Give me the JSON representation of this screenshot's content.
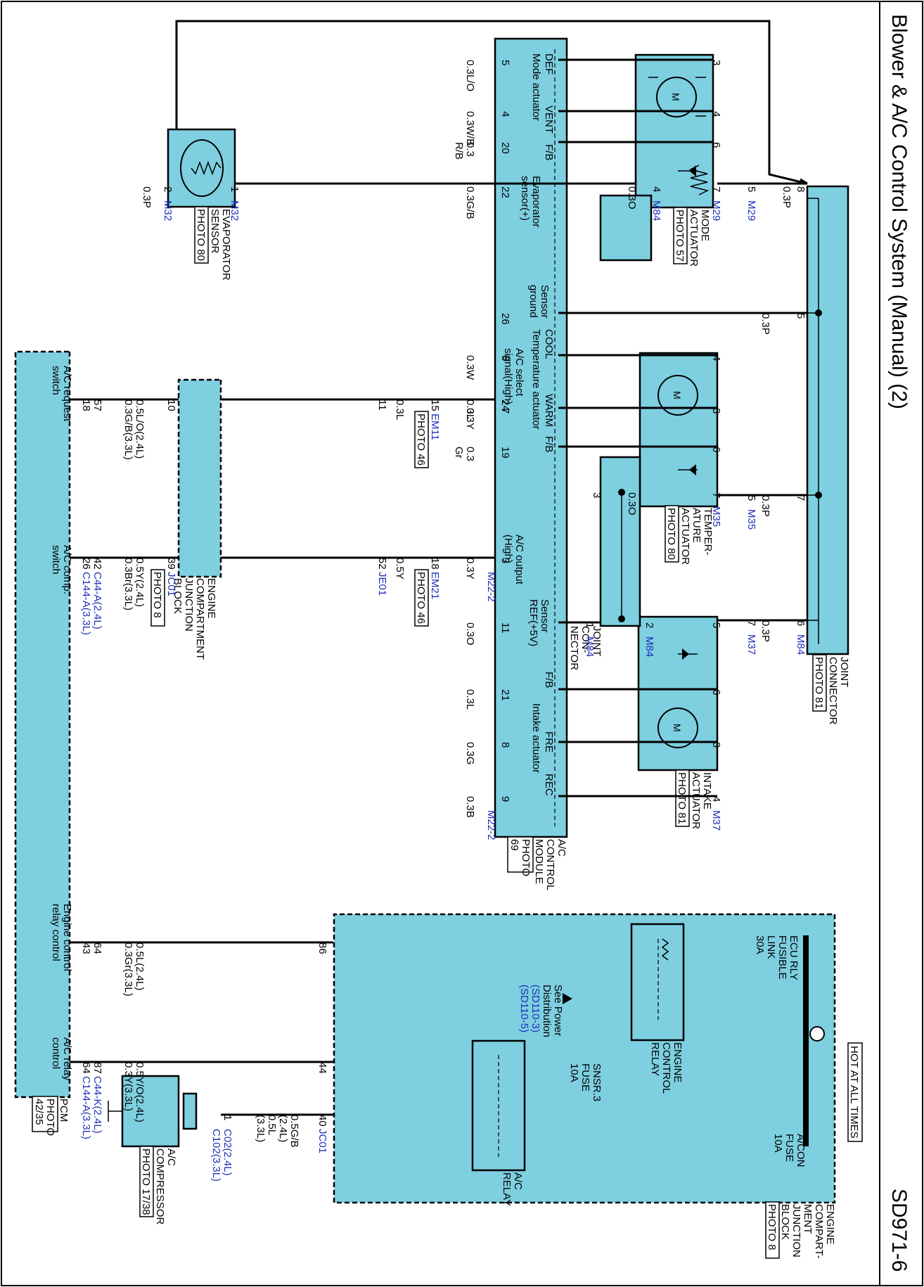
{
  "title": "Blower & A/C Control System (Manual) (2)",
  "page_code": "SD971-6",
  "hot_label": "HOT AT ALL TIMES",
  "components": {
    "mode_actuator": {
      "lines": [
        "MODE",
        "ACTUATOR"
      ],
      "photo": "PHOTO 57"
    },
    "temp_actuator": {
      "lines": [
        "TEMPER-",
        "ATURE",
        "ACTUATOR"
      ],
      "photo": "PHOTO 80"
    },
    "intake_actuator": {
      "lines": [
        "INTAKE",
        "ACTUATOR"
      ],
      "photo": "PHOTO 81"
    },
    "joint_connector": {
      "lines": [
        "JOINT",
        "CONNECTOR"
      ],
      "photo": "PHOTO 81"
    },
    "joint_connector_small": {
      "lines": [
        "JOINT",
        "CON-",
        "NECTOR"
      ]
    },
    "evap_sensor": {
      "lines": [
        "EVAPORATOR",
        "SENSOR"
      ],
      "photo": "PHOTO 80"
    },
    "ac_module": {
      "lines": [
        "A/C",
        "CONTROL",
        "MODULE"
      ],
      "photo": [
        "PHOTO",
        "69"
      ]
    },
    "ejb_small": {
      "lines": [
        "ENGINE",
        "COMPARTMENT",
        "JUNCTION",
        "BLOCK"
      ],
      "photo": "PHOTO 8"
    },
    "ejb_big": {
      "lines": [
        "ENGINE",
        "COMPART-",
        "MENT",
        "JUNCTION",
        "BLOCK"
      ],
      "photo": "PHOTO 8"
    },
    "pcm": {
      "lines": [
        "PCM"
      ],
      "photo": [
        "PHOTO",
        "42/35"
      ]
    },
    "compressor": {
      "lines": [
        "A/C",
        "COMPRESSOR"
      ],
      "photo": "PHOTO 17/38"
    },
    "ecr": {
      "lines": [
        "ENGINE",
        "CONTROL",
        "RELAY"
      ]
    },
    "acr": {
      "lines": [
        "A/C",
        "RELAY"
      ]
    },
    "fusible": {
      "lines": [
        "ECU RLY",
        "FUSIBLE",
        "LINK",
        "30A"
      ]
    },
    "snsr_fuse": {
      "lines": [
        "SNSR.3",
        "FUSE",
        "10A"
      ]
    },
    "acon_fuse": {
      "lines": [
        "A/CON",
        "FUSE",
        "10A"
      ]
    },
    "see_power": {
      "lines": [
        "See Power",
        "Distribution"
      ],
      "refs": [
        "(SD110-3)",
        "(SD110-5)"
      ]
    }
  },
  "module_labels": {
    "def": "DEF",
    "vent": "VENT",
    "fb": "F/B",
    "mode_act": "Mode actuator",
    "evap_sensor": [
      "Evaporator",
      "sensor(+)"
    ],
    "sensor_ground": [
      "Sensor",
      "ground"
    ],
    "cool": "COOL",
    "warm": "WARM",
    "temp_act": "Temperature actuator",
    "ac_select": [
      "A/C select",
      "signal(High)"
    ],
    "ac_output": [
      "A/C output",
      "(High)"
    ],
    "sensor_ref": [
      "Sensor",
      "REF(+5V)"
    ],
    "fre": "FRE",
    "rec": "REC",
    "intake_act": "Intake actuator"
  },
  "pcm_labels": {
    "ac_request": [
      "A/C request",
      "switch"
    ],
    "ac_comp": [
      "A/C comp.",
      "switch"
    ],
    "ecr_ctrl": [
      "Engine control",
      "relay control"
    ],
    "acr_ctrl": [
      "A/C relay",
      "control"
    ]
  },
  "wires": {
    "def": {
      "color": "0.3L/O",
      "mpin": "5",
      "apin": "3"
    },
    "vent": {
      "color": "0.3W/B",
      "mpin": "4",
      "apin": "4"
    },
    "fb": {
      "color": [
        "0.3",
        "R/B"
      ],
      "mpin": "20",
      "apin": "6"
    },
    "m84top": {
      "color": "0.3O",
      "pin": "4",
      "conn": "M84",
      "apin": "7",
      "aconn": "M29"
    },
    "mode_jc": {
      "color": "0.3P",
      "apin": "5",
      "aconn": "M29",
      "jpin": "8"
    },
    "evap": {
      "color": "0.3G/B",
      "mpin": "22",
      "spin": "1",
      "sconn": "M32"
    },
    "evap_ret": {
      "color": "0.3P",
      "pin": "2",
      "conn": "M32"
    },
    "sgnd": {
      "color": "0.3P",
      "mpin": "26",
      "jpin": "5"
    },
    "cool": {
      "color": "0.3W",
      "mpin": "6",
      "apin": "4"
    },
    "warm": {
      "color": "0.3Y",
      "mpin": "7",
      "apin": "3"
    },
    "tfb": {
      "color": [
        "0.3",
        "Gr"
      ],
      "mpin": "19",
      "apin": "6"
    },
    "temp_ref": {
      "color": "0.3O",
      "jcpin": "3",
      "apin": "7",
      "aconn": "M35"
    },
    "temp_jc": {
      "color": "0.3P",
      "apin": "5",
      "aconn": "M35",
      "jpin": "7"
    },
    "ac_sel": {
      "m_color": "0.3L",
      "mpin": "24",
      "em_pin": "15",
      "em_conn": "EM11",
      "em_photo": "PHOTO 46",
      "e_color": "0.3L",
      "epin": "11",
      "epin2": "10",
      "p_color": [
        "0.5L/O(2.4L)",
        "0.3G/B(3.3L)"
      ],
      "ppin1": "57",
      "ppin2": "18"
    },
    "ac_out": {
      "m_color": "0.3Y",
      "mpin": "3",
      "mconn": "M22-2",
      "em_pin": "18",
      "em_conn": "EM21",
      "em_photo": "PHOTO 46",
      "e_color": "0.5Y",
      "epin": "52",
      "econn": "JE01",
      "epin2": "39",
      "econn2": "JC01",
      "ephoto": "PHOTO 8",
      "p_color": [
        "0.5Y(2.4L)",
        "0.3Br(3.3L)"
      ],
      "ppin1": "42",
      "ppin2": "26",
      "pconn1": "C44-A(2.4L)",
      "pconn2": "C144-A(3.3L)"
    },
    "ref": {
      "color": "0.3O",
      "mpin": "11",
      "jcpin": "1",
      "jconn": "M84",
      "jcpin2": "2",
      "jconn2": "M84",
      "apin": "5"
    },
    "int_jc": {
      "color": "0.3P",
      "apin": "7",
      "aconn": "M37",
      "jpin": "6",
      "jconn": "M84"
    },
    "int_fb": {
      "color": "0.3L",
      "mpin": "21",
      "apin": "6"
    },
    "fre": {
      "color": "0.3G",
      "mpin": "8",
      "apin": "3"
    },
    "rec": {
      "color": "0.3B",
      "mpin": "9",
      "mconn": "M22-2",
      "apin": "4",
      "aconn": "M37"
    },
    "ecr_ctrl": {
      "color": [
        "0.5L(2.4L)",
        "0.3Gr(3.3L)"
      ],
      "jpin": "86",
      "ppin1": "64",
      "ppin2": "43"
    },
    "acr_ctrl": {
      "color": [
        "0.5Y/O(2.4L)",
        "0.3Y(3.3L)"
      ],
      "jpin": "44",
      "ppin1": "87",
      "ppin2": "64",
      "pconn1": "C44-K(2.4L)",
      "pconn2": "C144-A(3.3L)"
    },
    "comp": {
      "color": [
        "0.5G/B",
        "(2.4L)",
        "0.5L",
        "(3.3L)"
      ],
      "jpin": "40",
      "jconn": "JC01",
      "cpin": "1",
      "cconn1": "C02(2.4L)",
      "cconn2": "C102(3.3L)"
    }
  },
  "colors": {
    "component_fill": "#7ecfe0",
    "connector_text": "#1c2fb8",
    "wire": "#000000"
  }
}
